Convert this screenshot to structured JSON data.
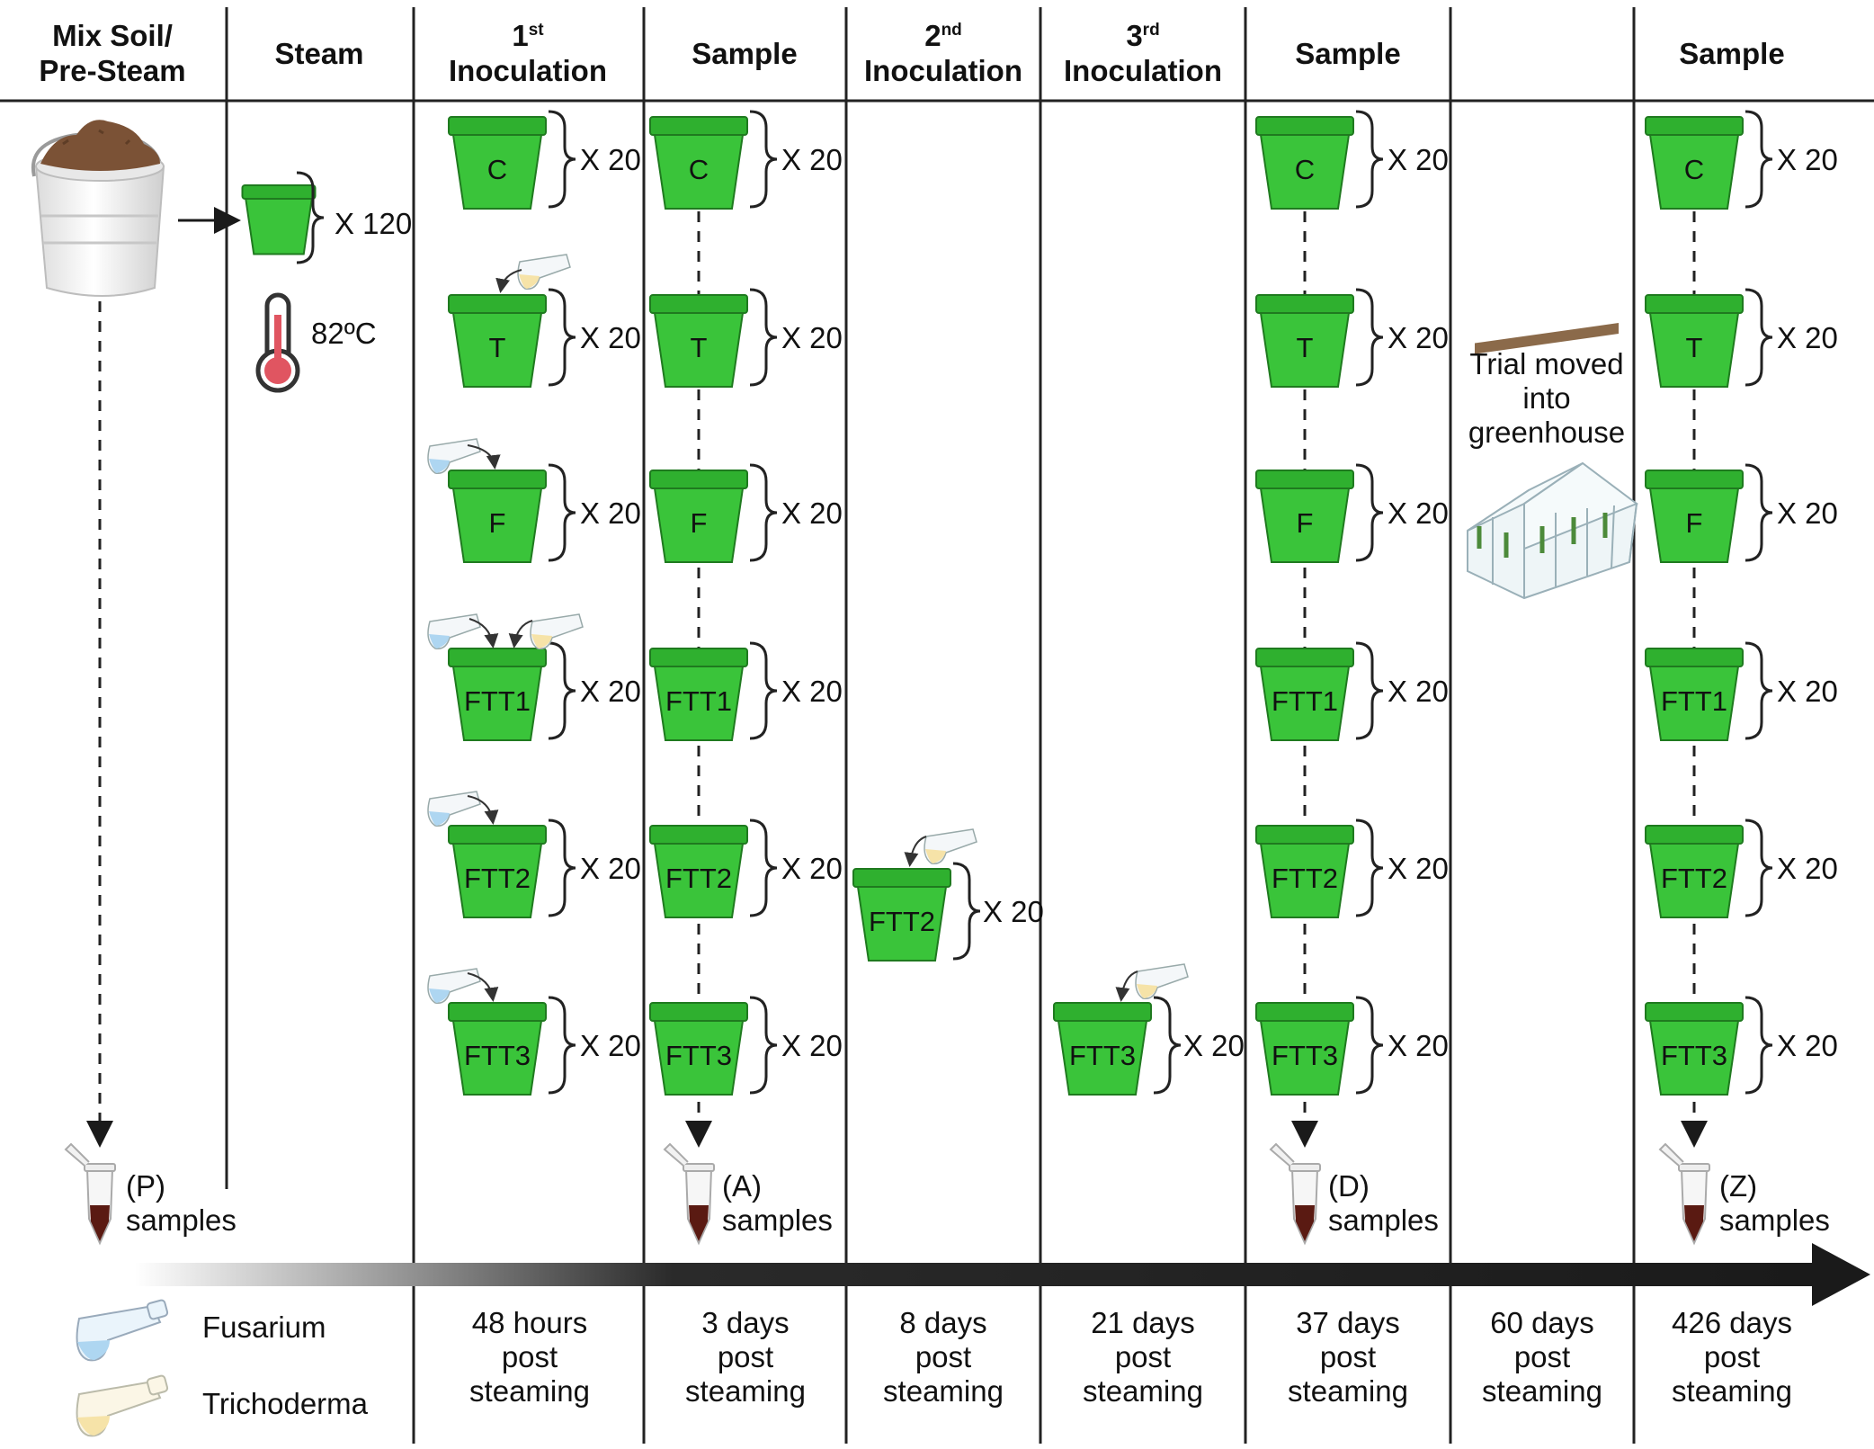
{
  "headers": {
    "mix_line1": "Mix Soil/",
    "mix_line2": "Pre-Steam",
    "steam": "Steam",
    "first_num": "1",
    "first_sup": "st",
    "first_word": "Inoculation",
    "sample1": "Sample",
    "second_num": "2",
    "second_sup": "nd",
    "second_word": "Inoculation",
    "third_num": "3",
    "third_sup": "rd",
    "third_word": "Inoculation",
    "sample2": "Sample",
    "sample3": "Sample"
  },
  "steam": {
    "multiplier": "X 120",
    "temperature": "82",
    "temperature_unit": "ºC"
  },
  "multiplier_20": "X 20",
  "treatments": [
    "C",
    "T",
    "F",
    "FTT1",
    "FTT2",
    "FTT3"
  ],
  "greenhouse_note": [
    "Trial moved",
    "into",
    "greenhouse"
  ],
  "samples": [
    {
      "code": "(P)",
      "word": "samples"
    },
    {
      "code": "(A)",
      "word": "samples"
    },
    {
      "code": "(D)",
      "word": "samples"
    },
    {
      "code": "(Z)",
      "word": "samples"
    }
  ],
  "timeline": [
    {
      "num": "48 hours",
      "post": "post",
      "steaming": "steaming"
    },
    {
      "num": "3 days",
      "post": "post",
      "steaming": "steaming"
    },
    {
      "num": "8 days",
      "post": "post",
      "steaming": "steaming"
    },
    {
      "num": "21 days",
      "post": "post",
      "steaming": "steaming"
    },
    {
      "num": "37 days",
      "post": "post",
      "steaming": "steaming"
    },
    {
      "num": "60 days",
      "post": "post",
      "steaming": "steaming"
    },
    {
      "num": "426 days",
      "post": "post",
      "steaming": "steaming"
    }
  ],
  "legend": {
    "fusarium": "Fusarium",
    "trichoderma": "Trichoderma"
  },
  "colors": {
    "pot_rim": "#2fb02f",
    "pot_body": "#3ac43a",
    "pot_stroke": "#1f7a1f",
    "fusarium_liquid": "#aed6f1",
    "trichoderma_liquid": "#f6e3a8",
    "soil": "#7b5236",
    "tube_sample": "#5a1a12",
    "thermo_red": "#e05561",
    "arrow_dark": "#1a1a1a"
  }
}
